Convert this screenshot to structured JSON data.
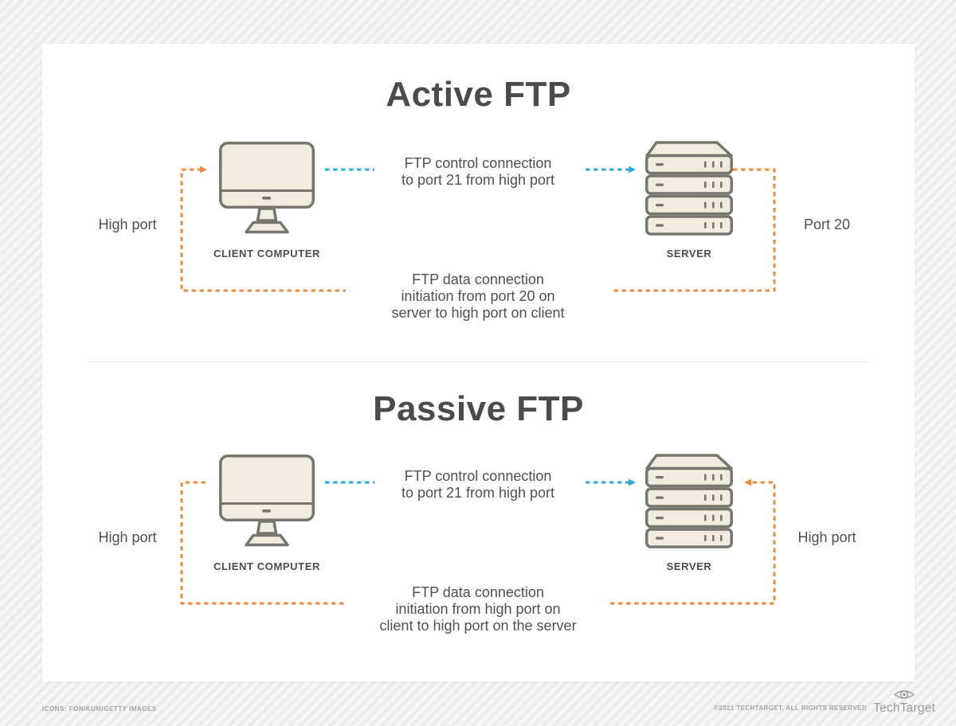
{
  "colors": {
    "blue": "#29aadf",
    "orange": "#ef8b3c",
    "device_fill": "#f1ecdd",
    "device_stroke": "#76756e",
    "title_text": "#4b4b4b",
    "body_text": "#4f4f4f",
    "footer_text": "#a3a3a3"
  },
  "sections": {
    "active": {
      "title": "Active FTP",
      "left_port": "High port",
      "right_port": "Port 20",
      "client_label": "CLIENT COMPUTER",
      "server_label": "SERVER",
      "control": [
        "FTP control connection",
        "to port 21 from high port"
      ],
      "data": [
        "FTP data connection",
        "initiation from port 20 on",
        "server to high port on client"
      ]
    },
    "passive": {
      "title": "Passive FTP",
      "left_port": "High port",
      "right_port": "High port",
      "client_label": "CLIENT COMPUTER",
      "server_label": "SERVER",
      "control": [
        "FTP control connection",
        "to port 21 from high port"
      ],
      "data": [
        "FTP data connection",
        "initiation from high port on",
        "client to high port on the server"
      ]
    }
  },
  "footer": {
    "credits": "ICONS: FONIKUM/GETTY IMAGES",
    "copyright": "©2021 TECHTARGET. ALL RIGHTS RESERVED",
    "brand": "TechTarget"
  }
}
